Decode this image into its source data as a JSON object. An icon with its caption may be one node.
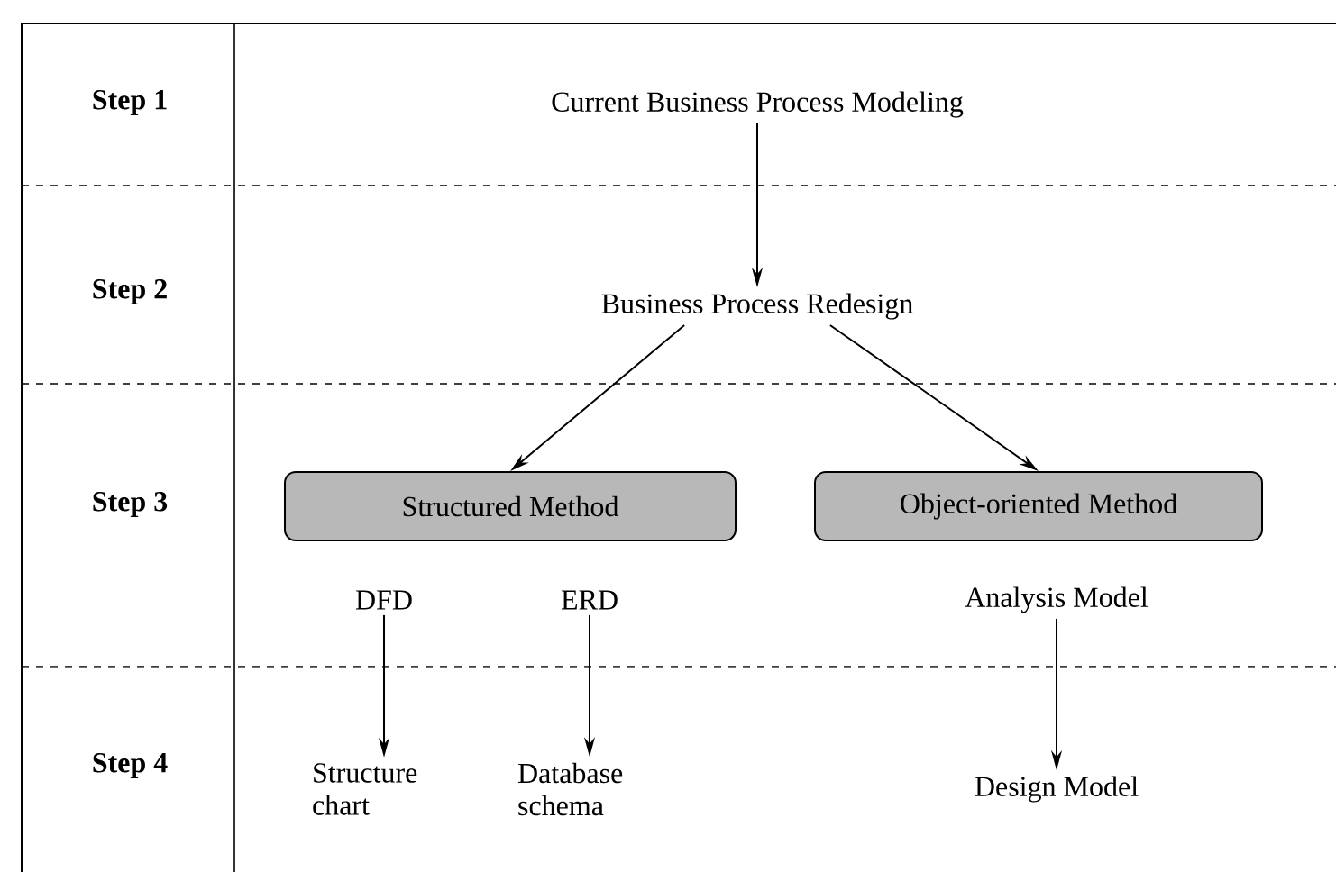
{
  "diagram": {
    "nodes": [
      {
        "text": [
          "Current Business Process Modeling"
        ]
      },
      {
        "text": [
          "Business Process Redesign"
        ]
      },
      {
        "text": [
          "Structured Method"
        ]
      },
      {
        "text": [
          "Object-oriented Method"
        ]
      },
      {
        "text": [
          "DFD"
        ]
      },
      {
        "text": [
          "ERD"
        ]
      },
      {
        "text": [
          "Analysis Model"
        ]
      },
      {
        "text": [
          "Structure chart"
        ]
      },
      {
        "text": [
          "Database schema"
        ]
      },
      {
        "text": [
          "Design Model"
        ]
      }
    ],
    "edges": [
      {
        "from": 0,
        "to": 1,
        "arrow": "to"
      },
      {
        "from": 1,
        "to": 2,
        "arrow": "to"
      },
      {
        "from": 1,
        "to": 3,
        "arrow": "to"
      },
      {
        "from": 4,
        "to": 7,
        "arrow": "to"
      },
      {
        "from": 5,
        "to": 8,
        "arrow": "to"
      },
      {
        "from": 6,
        "to": 9,
        "arrow": "to"
      }
    ],
    "labels": [
      "Step 1",
      "Step 2",
      "Step 3",
      "Step 4"
    ]
  }
}
